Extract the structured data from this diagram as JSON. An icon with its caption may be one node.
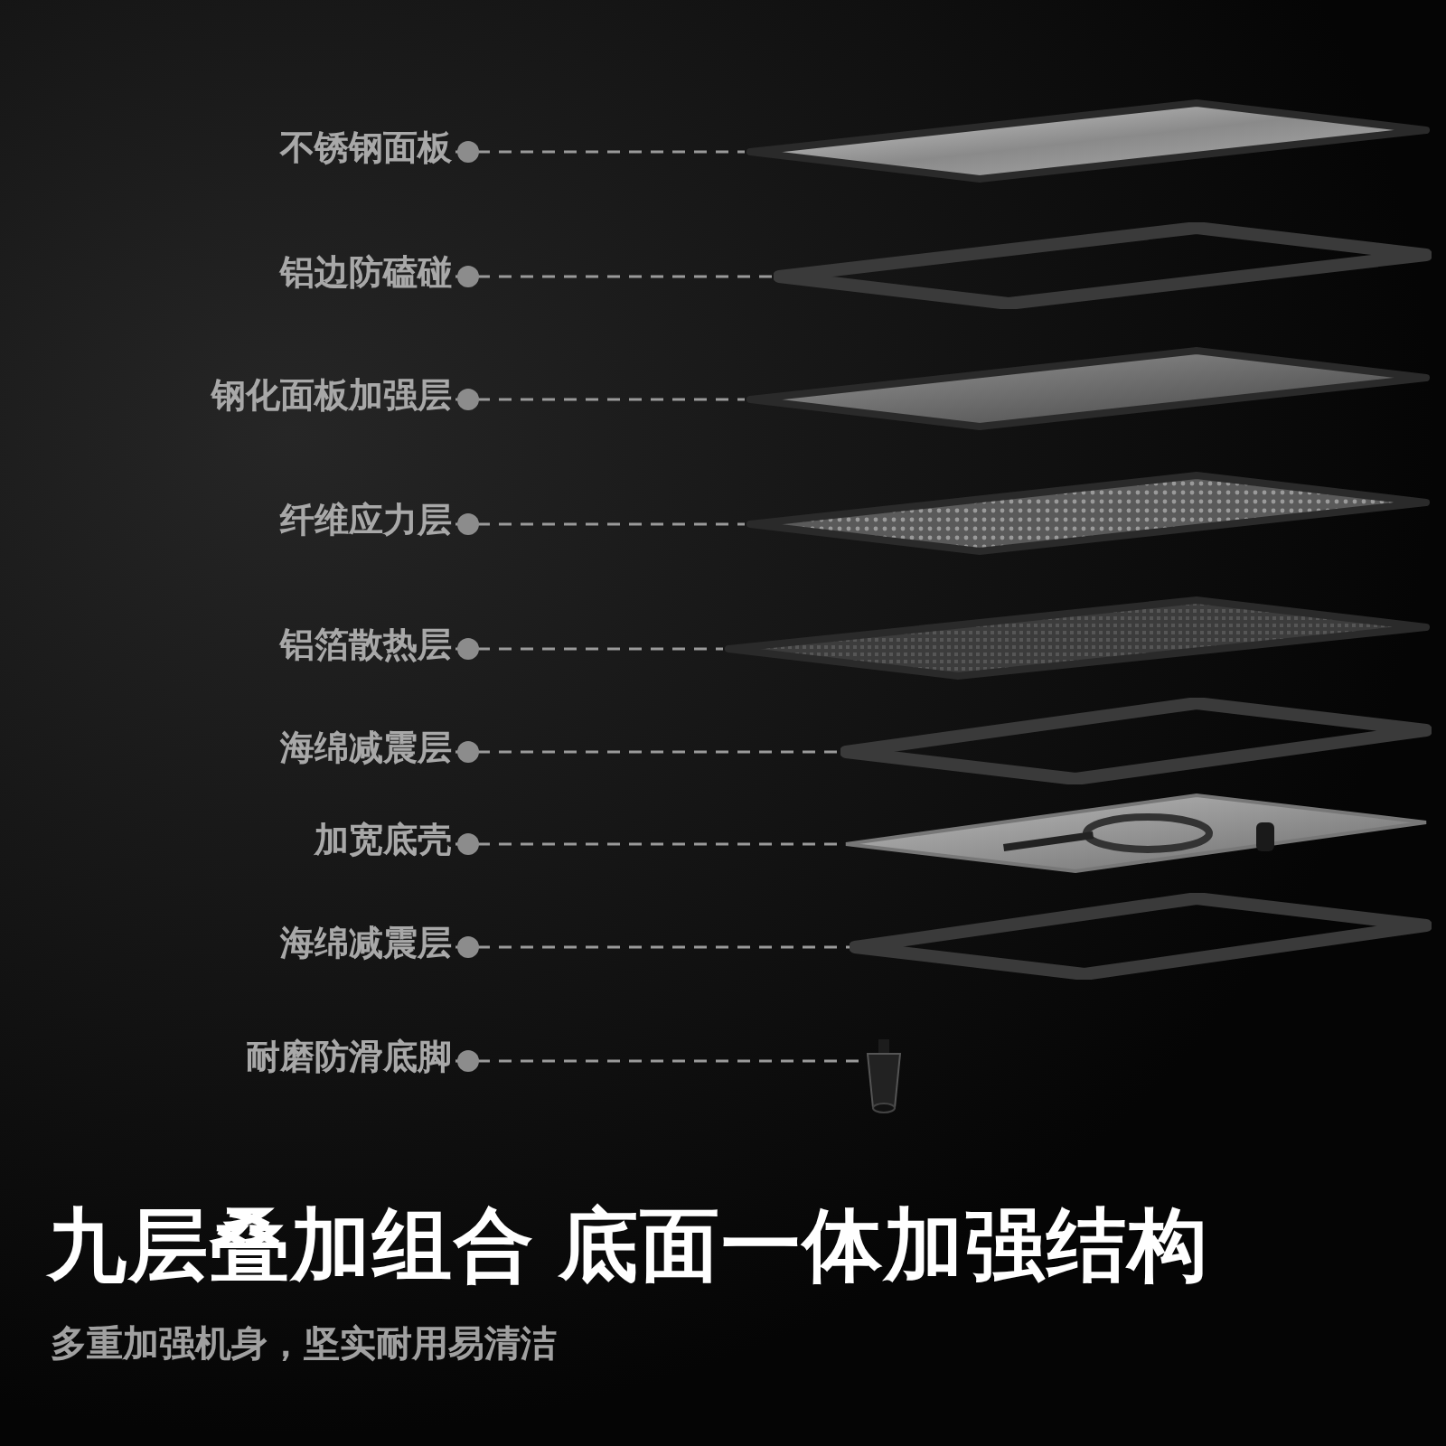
{
  "diagram": {
    "title": "九层叠加组合 底面一体加强结构",
    "caption": "多重加强机身，坚实耐用易清洁",
    "nodes": [
      {
        "text": [
          "不锈钢面板"
        ]
      },
      {
        "text": [
          "铝边防磕碰"
        ]
      },
      {
        "text": [
          "钢化面板加强层"
        ]
      },
      {
        "text": [
          "纤维应力层"
        ]
      },
      {
        "text": [
          "铝箔散热层"
        ]
      },
      {
        "text": [
          "海绵减震层"
        ]
      },
      {
        "text": [
          "加宽底壳"
        ]
      },
      {
        "text": [
          "海绵减震层"
        ]
      },
      {
        "text": [
          "耐磨防滑底脚"
        ]
      },
      {
        "text": [],
        "shape": "picture"
      },
      {
        "text": [],
        "shape": "picture"
      },
      {
        "text": [],
        "shape": "picture"
      },
      {
        "text": [],
        "shape": "picture"
      },
      {
        "text": [],
        "shape": "picture"
      },
      {
        "text": [],
        "shape": "picture"
      },
      {
        "text": [],
        "shape": "picture"
      },
      {
        "text": [],
        "shape": "picture"
      },
      {
        "text": [],
        "shape": "picture"
      }
    ],
    "edges": [
      {
        "from": 0,
        "to": 9,
        "arrow": "other",
        "style": "dashed"
      },
      {
        "from": 1,
        "to": 10,
        "arrow": "other",
        "style": "dashed"
      },
      {
        "from": 2,
        "to": 11,
        "arrow": "other",
        "style": "dashed"
      },
      {
        "from": 3,
        "to": 12,
        "arrow": "other",
        "style": "dashed"
      },
      {
        "from": 4,
        "to": 13,
        "arrow": "other",
        "style": "dashed"
      },
      {
        "from": 5,
        "to": 14,
        "arrow": "other",
        "style": "dashed"
      },
      {
        "from": 6,
        "to": 15,
        "arrow": "other",
        "style": "dashed"
      },
      {
        "from": 7,
        "to": 16,
        "arrow": "other",
        "style": "dashed"
      },
      {
        "from": 8,
        "to": 17,
        "arrow": "other",
        "style": "dashed"
      }
    ]
  }
}
